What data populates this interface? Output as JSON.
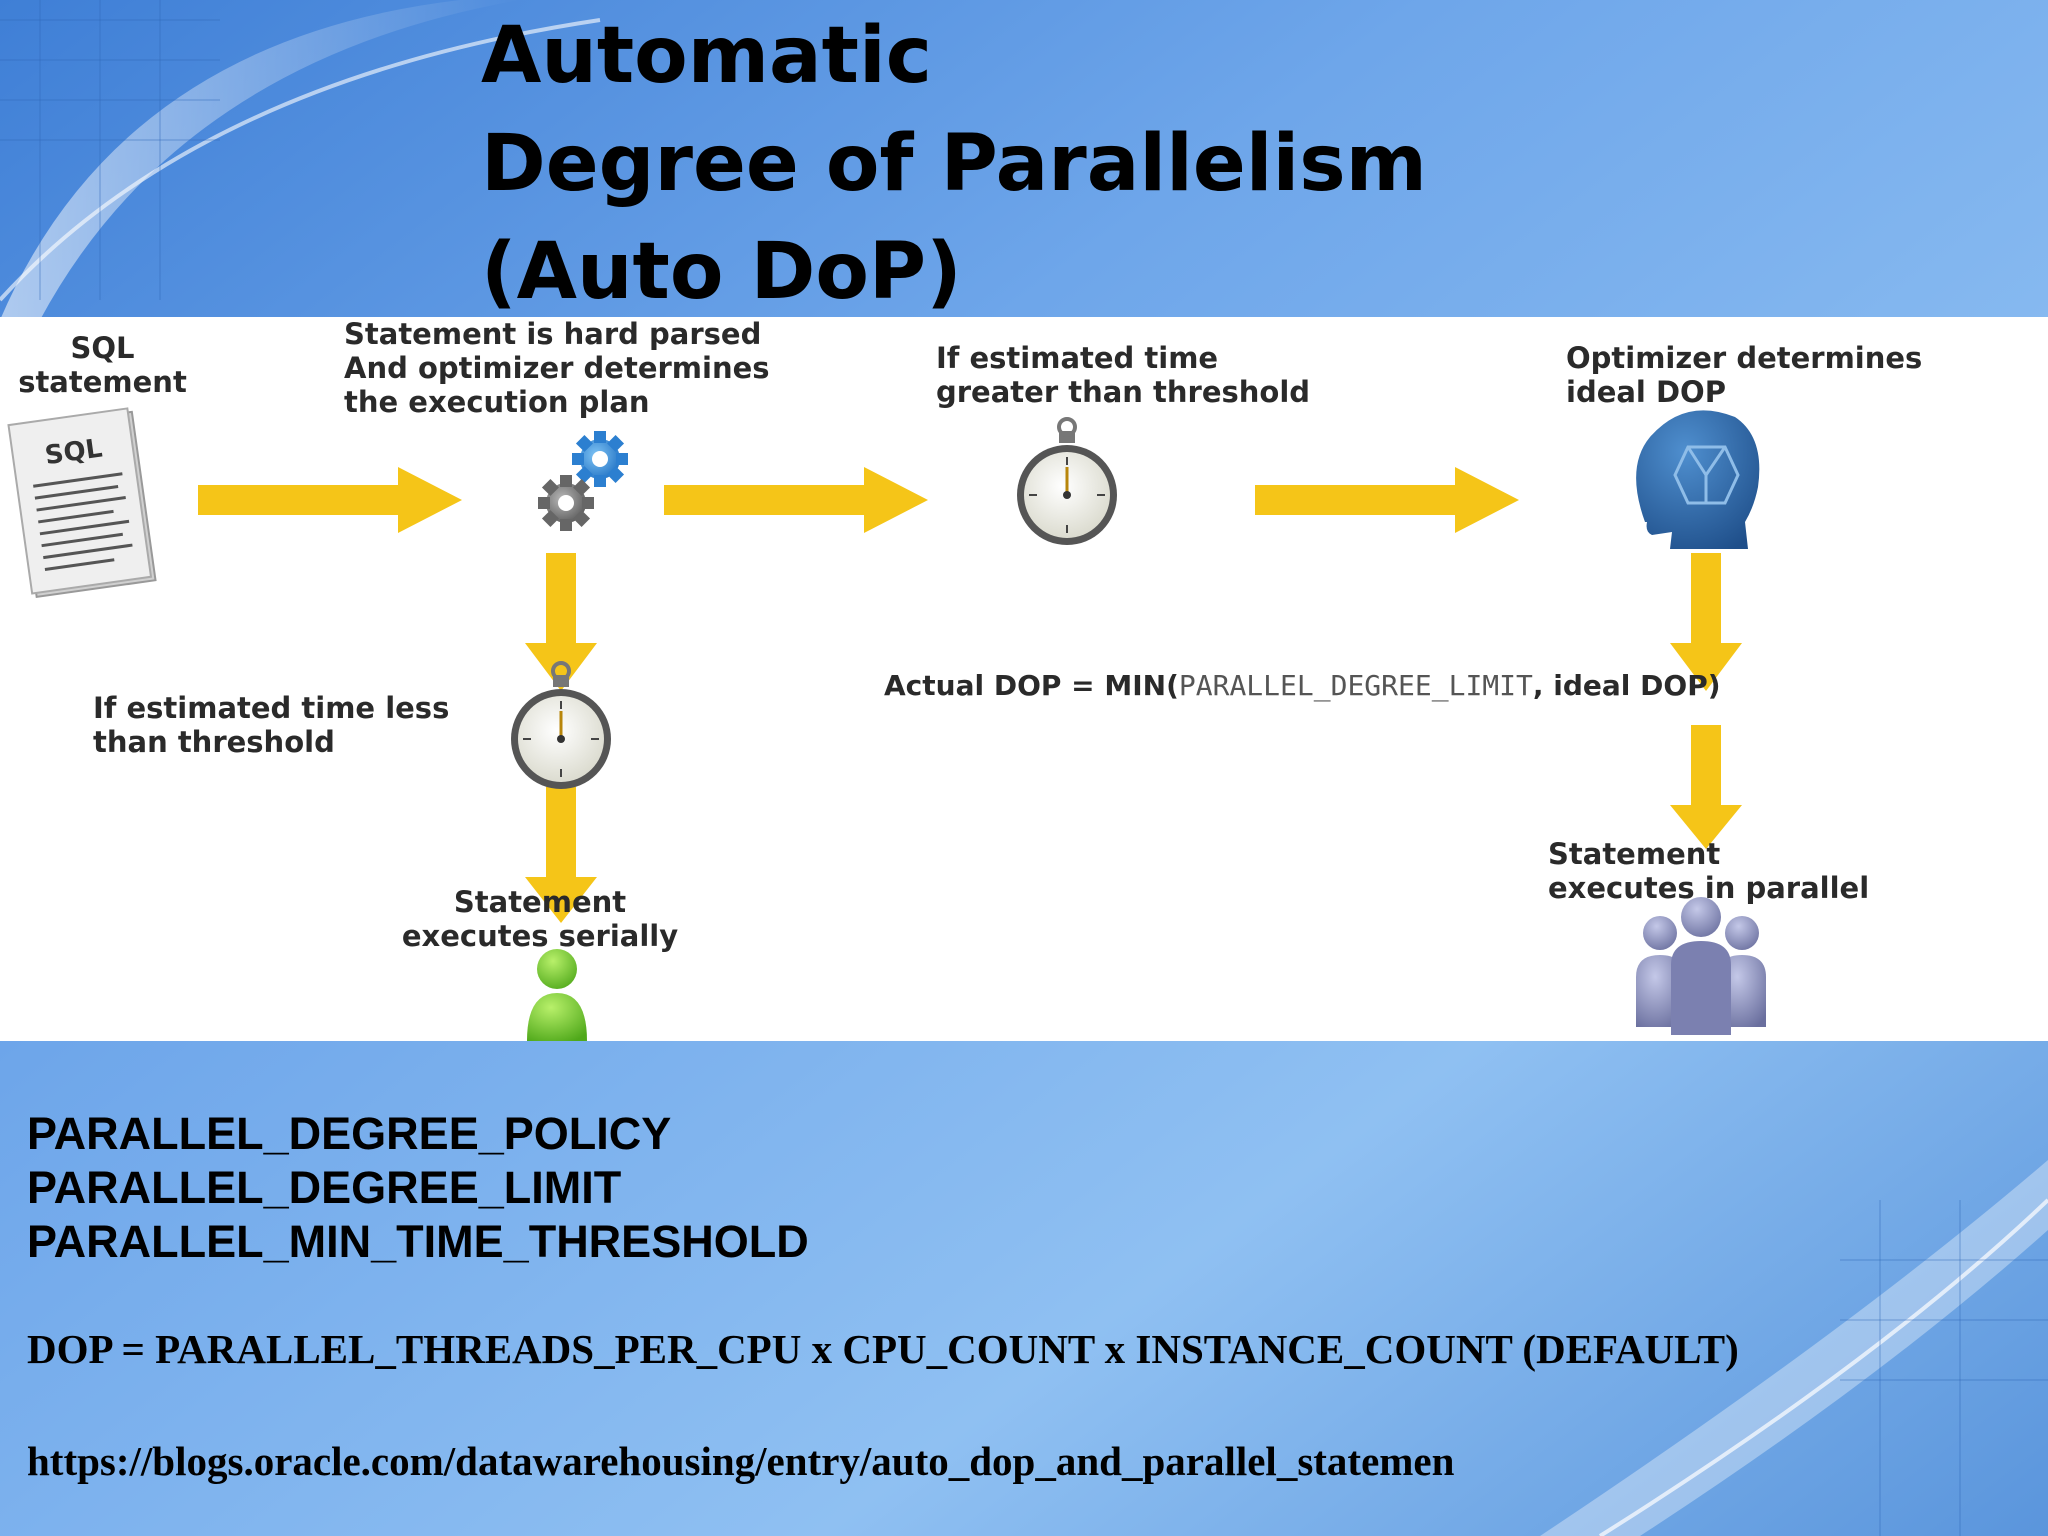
{
  "title": {
    "lines": [
      "Automatic",
      "Degree of Parallelism",
      "(Auto DoP)"
    ]
  },
  "diagram": {
    "sql_statement": [
      "SQL",
      "statement"
    ],
    "sql_doc_text": "SQL",
    "hard_parsed": [
      "Statement is hard parsed",
      "And optimizer determines",
      "the execution plan"
    ],
    "greater_threshold": [
      "If estimated time",
      "greater than threshold"
    ],
    "optimizer_ideal": [
      "Optimizer determines",
      "ideal DOP"
    ],
    "less_threshold": [
      "If estimated time less",
      "than threshold"
    ],
    "actual_dop": {
      "prefix": "Actual DOP = MIN(",
      "param": "PARALLEL_DEGREE_LIMIT",
      "suffix": ", ideal DOP)"
    },
    "executes_serially": [
      "Statement",
      "executes serially"
    ],
    "executes_parallel": [
      "Statement",
      "executes in parallel"
    ],
    "icons": [
      "sql-document-icon",
      "gears-icon",
      "stopwatch-icon",
      "head-icon",
      "person-icon",
      "people-icon"
    ],
    "colors": {
      "arrow": "#f5c518",
      "person": "#7ed321",
      "people": "#8a8fb8",
      "head": "#2e6aa8"
    }
  },
  "parameters": [
    "PARALLEL_DEGREE_POLICY",
    "PARALLEL_DEGREE_LIMIT",
    "PARALLEL_MIN_TIME_THRESHOLD"
  ],
  "formula": "DOP = PARALLEL_THREADS_PER_CPU x CPU_COUNT x INSTANCE_COUNT (DEFAULT)",
  "url": "https://blogs.oracle.com/datawarehousing/entry/auto_dop_and_parallel_statemen"
}
